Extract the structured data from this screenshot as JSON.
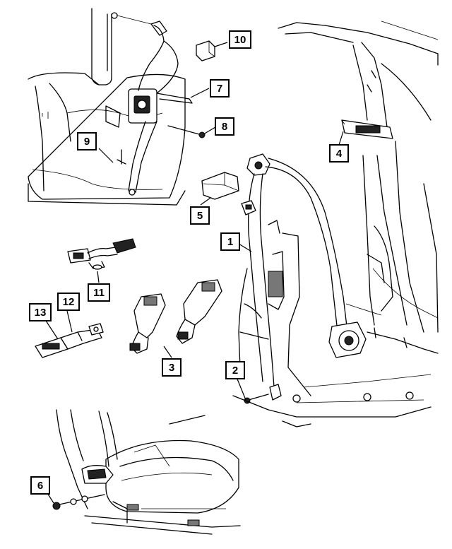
{
  "callouts": [
    {
      "id": "callout-1",
      "label": "1"
    },
    {
      "id": "callout-2",
      "label": "2"
    },
    {
      "id": "callout-3",
      "label": "3"
    },
    {
      "id": "callout-4",
      "label": "4"
    },
    {
      "id": "callout-5",
      "label": "5"
    },
    {
      "id": "callout-6",
      "label": "6"
    },
    {
      "id": "callout-7",
      "label": "7"
    },
    {
      "id": "callout-8",
      "label": "8"
    },
    {
      "id": "callout-9",
      "label": "9"
    },
    {
      "id": "callout-10",
      "label": "10"
    },
    {
      "id": "callout-11",
      "label": "11"
    },
    {
      "id": "callout-12",
      "label": "12"
    },
    {
      "id": "callout-13",
      "label": "13"
    }
  ]
}
